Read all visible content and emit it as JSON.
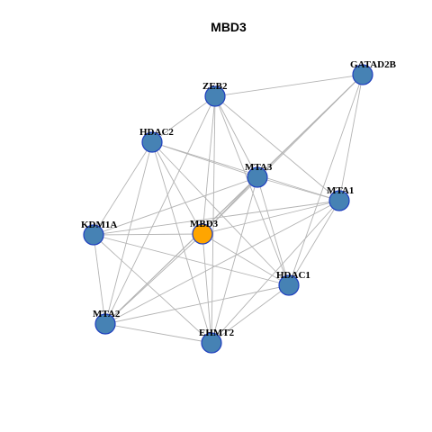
{
  "title": "MBD3",
  "colors": {
    "node_fill": "#4682b4",
    "focus_fill": "#ffa500",
    "node_stroke": "#1f3fbf",
    "edge": "#b3b3b3"
  },
  "focus_node": "MBD3",
  "nodes": [
    "GATAD2B",
    "ZEB2",
    "HDAC2",
    "MTA3",
    "MTA1",
    "KDM1A",
    "MBD3",
    "HDAC1",
    "MTA2",
    "EHMT2"
  ],
  "edges": [
    [
      "GATAD2B",
      "ZEB2"
    ],
    [
      "GATAD2B",
      "MTA3"
    ],
    [
      "GATAD2B",
      "MTA1"
    ],
    [
      "GATAD2B",
      "HDAC1"
    ],
    [
      "GATAD2B",
      "MBD3"
    ],
    [
      "GATAD2B",
      "MTA2"
    ],
    [
      "ZEB2",
      "HDAC2"
    ],
    [
      "ZEB2",
      "MTA3"
    ],
    [
      "ZEB2",
      "MTA1"
    ],
    [
      "ZEB2",
      "MBD3"
    ],
    [
      "ZEB2",
      "HDAC1"
    ],
    [
      "ZEB2",
      "EHMT2"
    ],
    [
      "ZEB2",
      "MTA2"
    ],
    [
      "HDAC2",
      "MTA3"
    ],
    [
      "HDAC2",
      "MTA1"
    ],
    [
      "HDAC2",
      "KDM1A"
    ],
    [
      "HDAC2",
      "MBD3"
    ],
    [
      "HDAC2",
      "HDAC1"
    ],
    [
      "HDAC2",
      "MTA2"
    ],
    [
      "HDAC2",
      "EHMT2"
    ],
    [
      "MTA3",
      "MTA1"
    ],
    [
      "MTA3",
      "KDM1A"
    ],
    [
      "MTA3",
      "MBD3"
    ],
    [
      "MTA3",
      "HDAC1"
    ],
    [
      "MTA3",
      "MTA2"
    ],
    [
      "MTA3",
      "EHMT2"
    ],
    [
      "MTA1",
      "KDM1A"
    ],
    [
      "MTA1",
      "MBD3"
    ],
    [
      "MTA1",
      "HDAC1"
    ],
    [
      "MTA1",
      "MTA2"
    ],
    [
      "MTA1",
      "EHMT2"
    ],
    [
      "KDM1A",
      "MBD3"
    ],
    [
      "KDM1A",
      "HDAC1"
    ],
    [
      "KDM1A",
      "MTA2"
    ],
    [
      "KDM1A",
      "EHMT2"
    ],
    [
      "MBD3",
      "HDAC1"
    ],
    [
      "MBD3",
      "MTA2"
    ],
    [
      "MBD3",
      "EHMT2"
    ],
    [
      "HDAC1",
      "MTA2"
    ],
    [
      "HDAC1",
      "EHMT2"
    ],
    [
      "MTA2",
      "EHMT2"
    ]
  ]
}
